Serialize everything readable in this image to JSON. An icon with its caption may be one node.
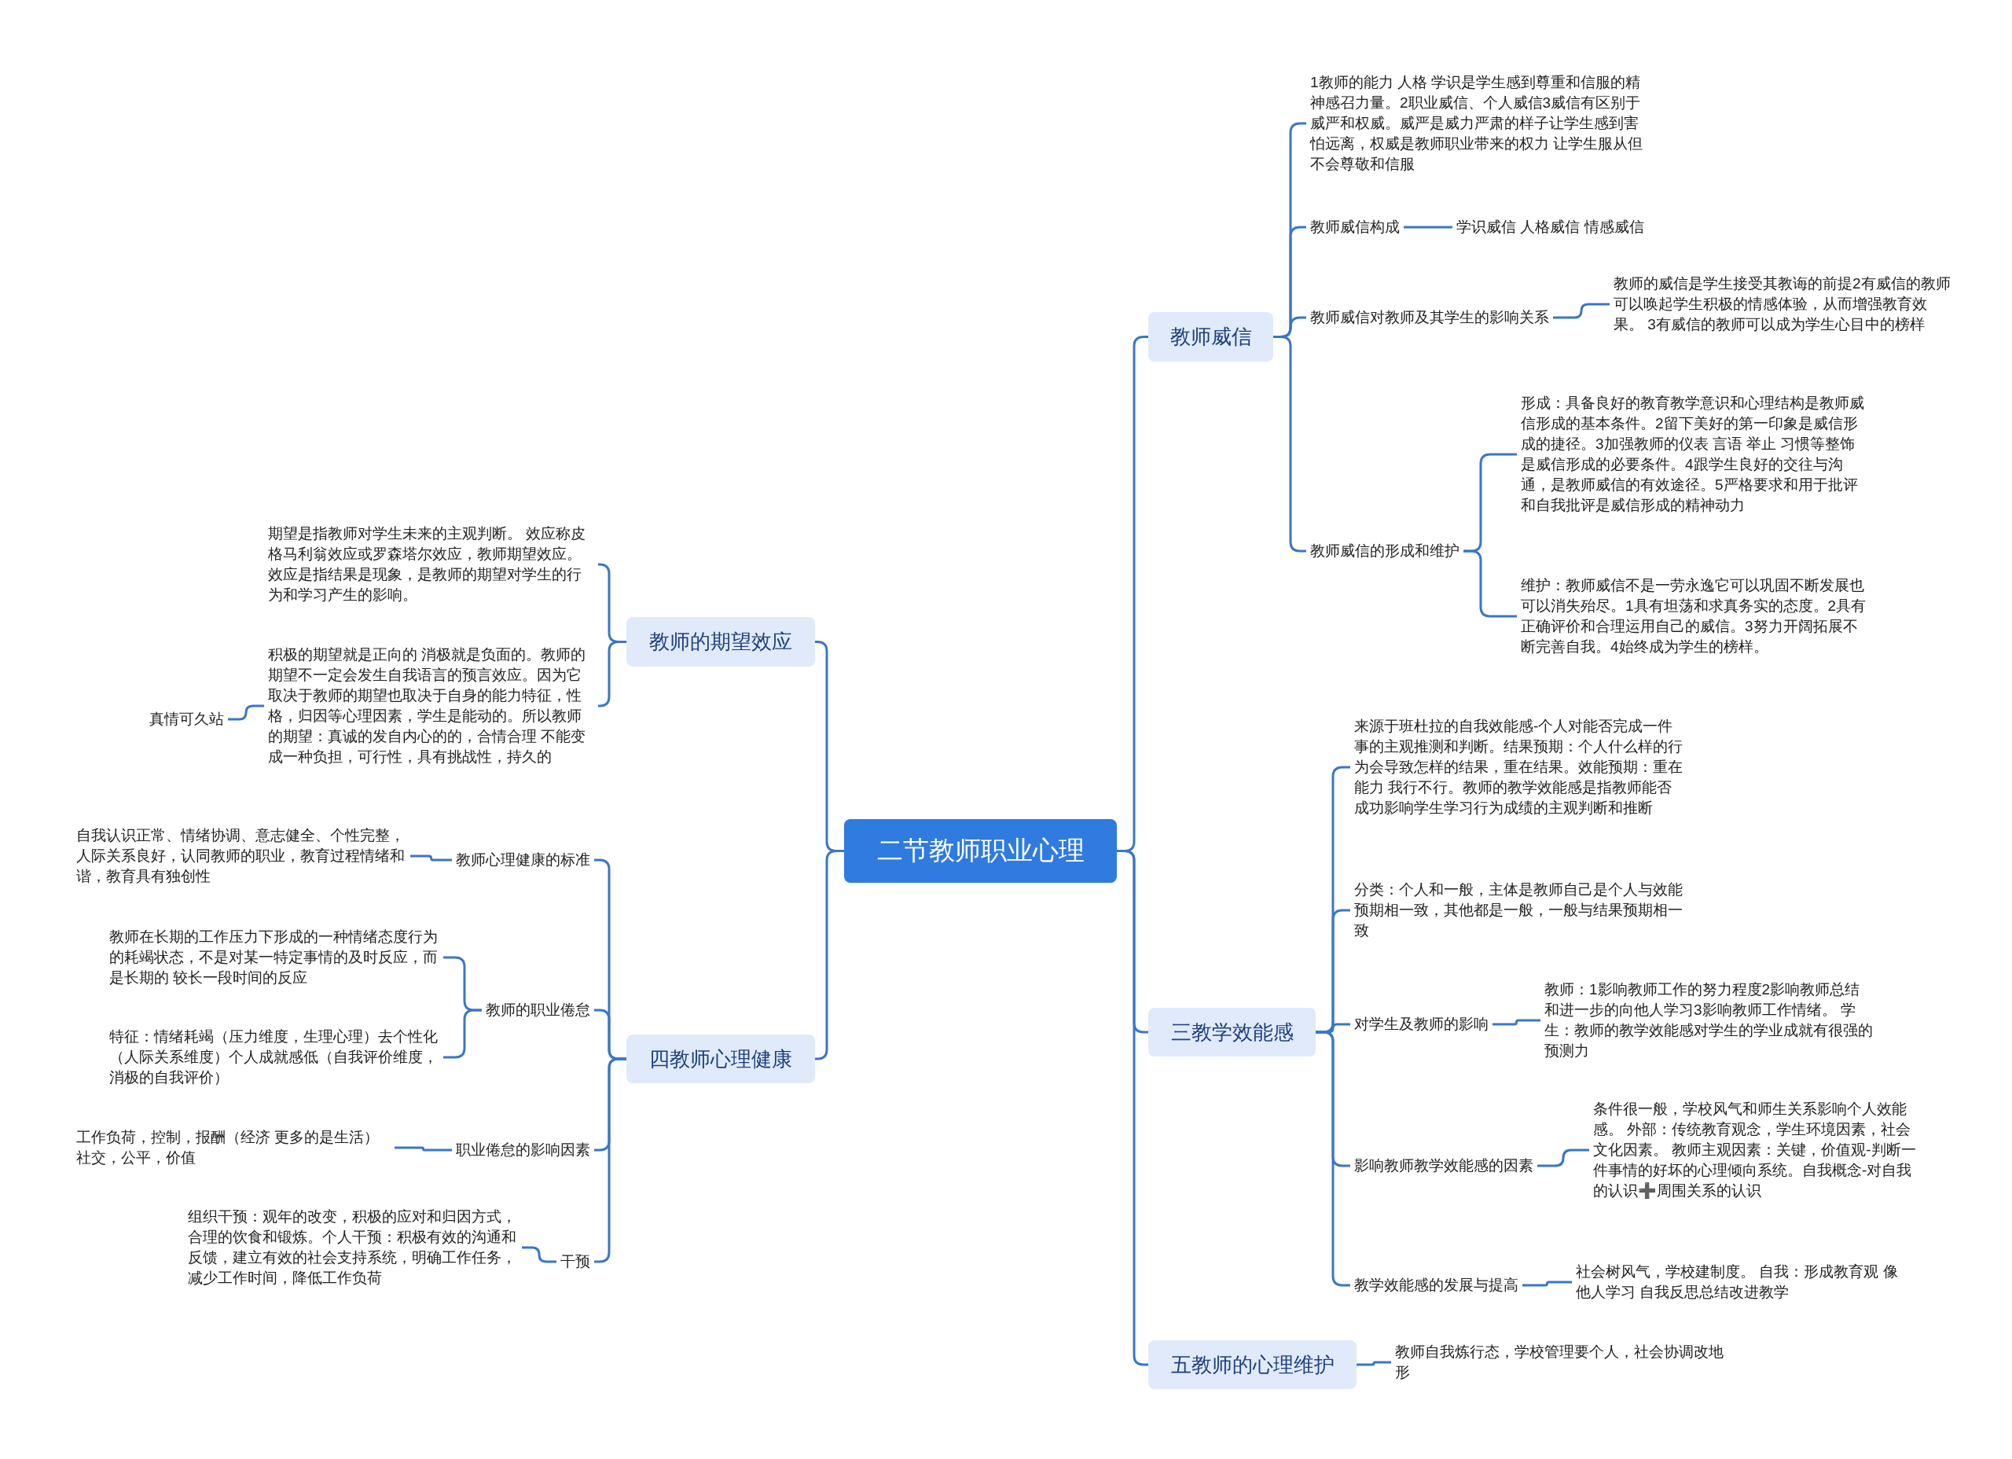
{
  "diagram": {
    "nodes": [
      {
        "text": [
          "二节教师职业心理"
        ]
      },
      {
        "text": [
          "教师威信"
        ]
      },
      {
        "text": [
          "1教师的能力 人格 学识是学生感到尊重和信服的精神感召力量。2职业威信、个人威信3威信有区别于威严和权威。威严是威力严肃的样子让学生感到害怕远离，权威是教师职业带来的权力 让学生服从但不会尊敬和信服"
        ]
      },
      {
        "text": [
          "教师威信构成"
        ]
      },
      {
        "text": [
          "学识威信 人格威信 情感威信"
        ]
      },
      {
        "text": [
          "教师威信对教师及其学生的影响关系"
        ]
      },
      {
        "text": [
          "教师的威信是学生接受其教诲的前提2有威信的教师可以唤起学生积极的情感体验，从而增强教育效果。 3有威信的教师可以成为学生心目中的榜样"
        ]
      },
      {
        "text": [
          "教师威信的形成和维护"
        ]
      },
      {
        "text": [
          "形成：具备良好的教育教学意识和心理结构是教师威信形成的基本条件。2留下美好的第一印象是威信形成的捷径。3加强教师的仪表 言语 举止 习惯等整饰是威信形成的必要条件。4跟学生良好的交往与沟通，是教师威信的有效途径。5严格要求和用于批评和自我批评是威信形成的精神动力"
        ]
      },
      {
        "text": [
          "维护：教师威信不是一劳永逸它可以巩固不断发展也可以消失殆尽。1具有坦荡和求真务实的态度。2具有正确评价和合理运用自己的威信。3努力开阔拓展不断完善自我。4始终成为学生的榜样。"
        ]
      },
      {
        "text": [
          "三教学效能感"
        ]
      },
      {
        "text": [
          "来源于班杜拉的自我效能感-个人对能否完成一件事的主观推测和判断。结果预期：个人什么样的行为会导致怎样的结果，重在结果。效能预期：重在能力 我行不行。教师的教学效能感是指教师能否成功影响学生学习行为成绩的主观判断和推断"
        ]
      },
      {
        "text": [
          "分类：个人和一般，主体是教师自己是个人与效能预期相一致，其他都是一般，一般与结果预期相一致"
        ]
      },
      {
        "text": [
          "对学生及教师的影响"
        ]
      },
      {
        "text": [
          "教师：1影响教师工作的努力程度2影响教师总结和进一步的向他人学习3影响教师工作情绪。 学生：教师的教学效能感对学生的学业成就有很强的预测力"
        ]
      },
      {
        "text": [
          "影响教师教学效能感的因素"
        ]
      },
      {
        "text": [
          "条件很一般，学校风气和师生关系影响个人效能感。 外部：传统教育观念，学生环境因素，社会文化因素。 教师主观因素：关键，价值观-判断一件事情的好坏的心理倾向系统。自我概念-对自我的认识➕周围关系的认识"
        ]
      },
      {
        "text": [
          "教学效能感的发展与提高"
        ]
      },
      {
        "text": [
          "社会树风气，学校建制度。 自我：形成教育观 像他人学习 自我反思总结改进教学"
        ]
      },
      {
        "text": [
          "五教师的心理维护"
        ]
      },
      {
        "text": [
          "教师自我炼行态，学校管理要个人，社会协调改地形"
        ]
      },
      {
        "text": [
          "教师的期望效应"
        ]
      },
      {
        "text": [
          "期望是指教师对学生未来的主观判断。 效应称皮格马利翁效应或罗森塔尔效应，教师期望效应。效应是指结果是现象，是教师的期望对学生的行为和学习产生的影响。"
        ]
      },
      {
        "text": [
          "积极的期望就是正向的 消极就是负面的。教师的期望不一定会发生自我语言的预言效应。因为它取决于教师的期望也取决于自身的能力特征，性格，归因等心理因素，学生是能动的。所以教师的期望：真诚的发自内心的的，合情合理 不能变成一种负担，可行性，具有挑战性，持久的"
        ]
      },
      {
        "text": [
          "真情可久站"
        ]
      },
      {
        "text": [
          "四教师心理健康"
        ]
      },
      {
        "text": [
          "教师心理健康的标准"
        ]
      },
      {
        "text": [
          "自我认识正常、情绪协调、意志健全、个性完整，人际关系良好，认同教师的职业，教育过程情绪和谐，教育具有独创性"
        ]
      },
      {
        "text": [
          "教师的职业倦怠"
        ]
      },
      {
        "text": [
          "教师在长期的工作压力下形成的一种情绪态度行为的耗竭状态，不是对某一特定事情的及时反应，而是长期的 较长一段时间的反应"
        ]
      },
      {
        "text": [
          "特征：情绪耗竭（压力维度，生理心理）去个性化（人际关系维度）个人成就感低（自我评价维度，消极的自我评价）"
        ]
      },
      {
        "text": [
          "职业倦怠的影响因素"
        ]
      },
      {
        "text": [
          "工作负荷，控制，报酬（经济 更多的是生活）社交，公平，价值"
        ]
      },
      {
        "text": [
          "干预"
        ]
      },
      {
        "text": [
          "组织干预：观年的改变，积极的应对和归因方式，合理的饮食和锻炼。个人干预：积极有效的沟通和反馈，建立有效的社会支持系统，明确工作任务，减少工作时间，降低工作负荷"
        ]
      }
    ],
    "edges": [
      {
        "from": 0,
        "to": 1,
        "arrow": "none"
      },
      {
        "from": 0,
        "to": 10,
        "arrow": "none"
      },
      {
        "from": 0,
        "to": 19,
        "arrow": "none"
      },
      {
        "from": 0,
        "to": 21,
        "arrow": "none"
      },
      {
        "from": 0,
        "to": 25,
        "arrow": "none"
      },
      {
        "from": 1,
        "to": 2,
        "arrow": "none"
      },
      {
        "from": 1,
        "to": 3,
        "arrow": "none"
      },
      {
        "from": 1,
        "to": 5,
        "arrow": "none"
      },
      {
        "from": 1,
        "to": 7,
        "arrow": "none"
      },
      {
        "from": 3,
        "to": 4,
        "arrow": "none"
      },
      {
        "from": 5,
        "to": 6,
        "arrow": "none"
      },
      {
        "from": 7,
        "to": 8,
        "arrow": "none"
      },
      {
        "from": 7,
        "to": 9,
        "arrow": "none"
      },
      {
        "from": 10,
        "to": 11,
        "arrow": "none"
      },
      {
        "from": 10,
        "to": 12,
        "arrow": "none"
      },
      {
        "from": 10,
        "to": 13,
        "arrow": "none"
      },
      {
        "from": 10,
        "to": 15,
        "arrow": "none"
      },
      {
        "from": 10,
        "to": 17,
        "arrow": "none"
      },
      {
        "from": 13,
        "to": 14,
        "arrow": "none"
      },
      {
        "from": 15,
        "to": 16,
        "arrow": "none"
      },
      {
        "from": 17,
        "to": 18,
        "arrow": "none"
      },
      {
        "from": 19,
        "to": 20,
        "arrow": "none"
      },
      {
        "from": 21,
        "to": 22,
        "arrow": "none"
      },
      {
        "from": 21,
        "to": 23,
        "arrow": "none"
      },
      {
        "from": 23,
        "to": 24,
        "arrow": "none"
      },
      {
        "from": 25,
        "to": 26,
        "arrow": "none"
      },
      {
        "from": 25,
        "to": 28,
        "arrow": "none"
      },
      {
        "from": 25,
        "to": 31,
        "arrow": "none"
      },
      {
        "from": 25,
        "to": 33,
        "arrow": "none"
      },
      {
        "from": 26,
        "to": 27,
        "arrow": "none"
      },
      {
        "from": 28,
        "to": 29,
        "arrow": "none"
      },
      {
        "from": 28,
        "to": 30,
        "arrow": "none"
      },
      {
        "from": 31,
        "to": 32,
        "arrow": "none"
      },
      {
        "from": 33,
        "to": 34,
        "arrow": "none"
      }
    ]
  }
}
